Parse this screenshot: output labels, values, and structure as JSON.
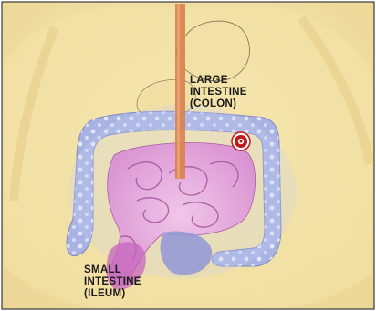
{
  "labels": {
    "large_intestine": [
      "LARGE",
      "INTESTINE",
      "(COLON)"
    ],
    "small_intestine": [
      "SMALL",
      "INTESTINE",
      "(ILEUM)"
    ]
  },
  "colors": {
    "background": "#f6e6b0",
    "skin_shadow": "#e7cf8e",
    "colon_blue": "#aeb7e6",
    "small_intestine_pink": "#e7a9e0",
    "small_intestine_dark": "#b85fb0",
    "esophagus": "#d98552",
    "marker_red": "#c01818",
    "text": "#1a1a1a"
  },
  "icons": {
    "marker": "target-marker-icon"
  }
}
